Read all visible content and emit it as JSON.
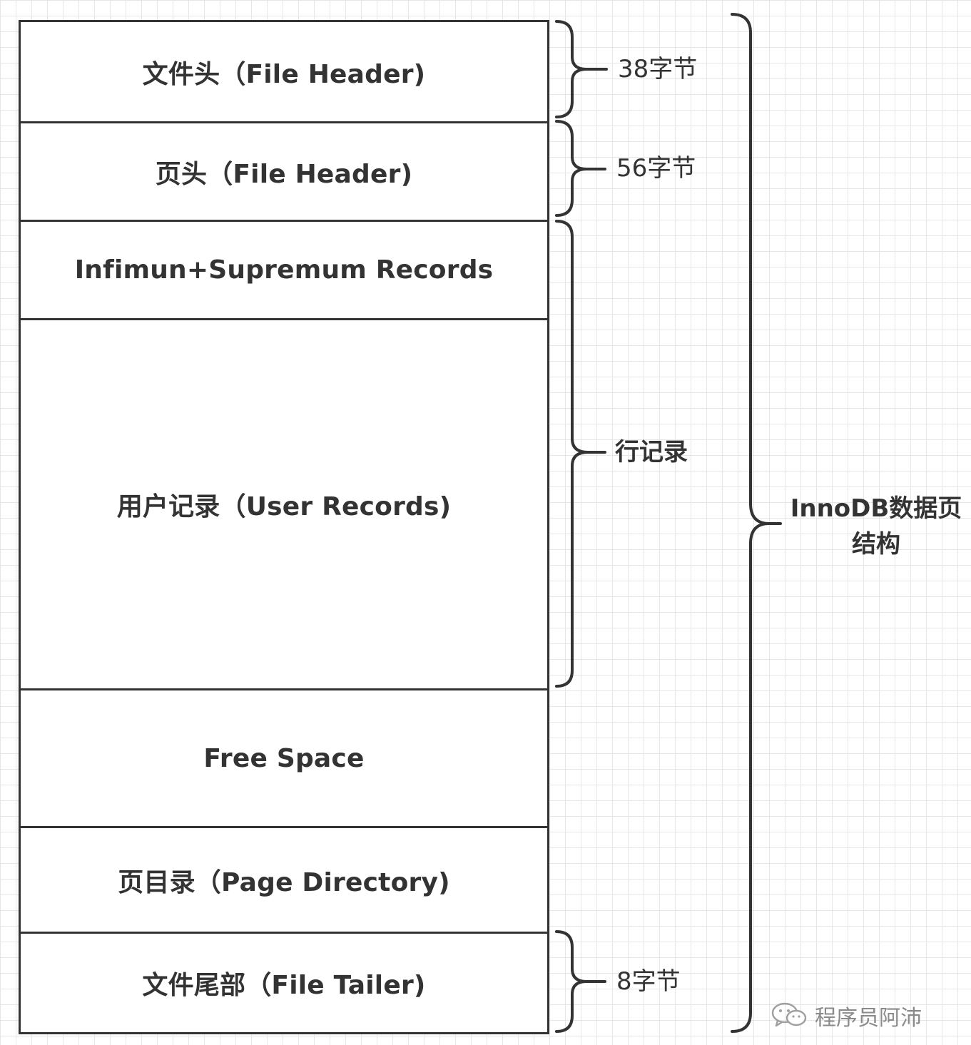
{
  "segments": [
    {
      "label": "文件头（File Header)"
    },
    {
      "label": "页头（File Header)"
    },
    {
      "label": "Infimun+Supremum Records"
    },
    {
      "label": "用户记录（User Records)"
    },
    {
      "label": "Free Space"
    },
    {
      "label": "页目录（Page Directory)"
    },
    {
      "label": "文件尾部（File Tailer)"
    }
  ],
  "brace_labels": {
    "file_header": "38字节",
    "page_header": "56字节",
    "row_records": "行记录",
    "file_tailer": "8字节",
    "whole_page": "InnoDB数据页结构"
  },
  "watermark": {
    "text": "程序员阿沛",
    "icon": "wechat-icon"
  },
  "colors": {
    "line": "#333333",
    "grid": "#e6e6e6",
    "watermark": "#9a9a9a"
  }
}
